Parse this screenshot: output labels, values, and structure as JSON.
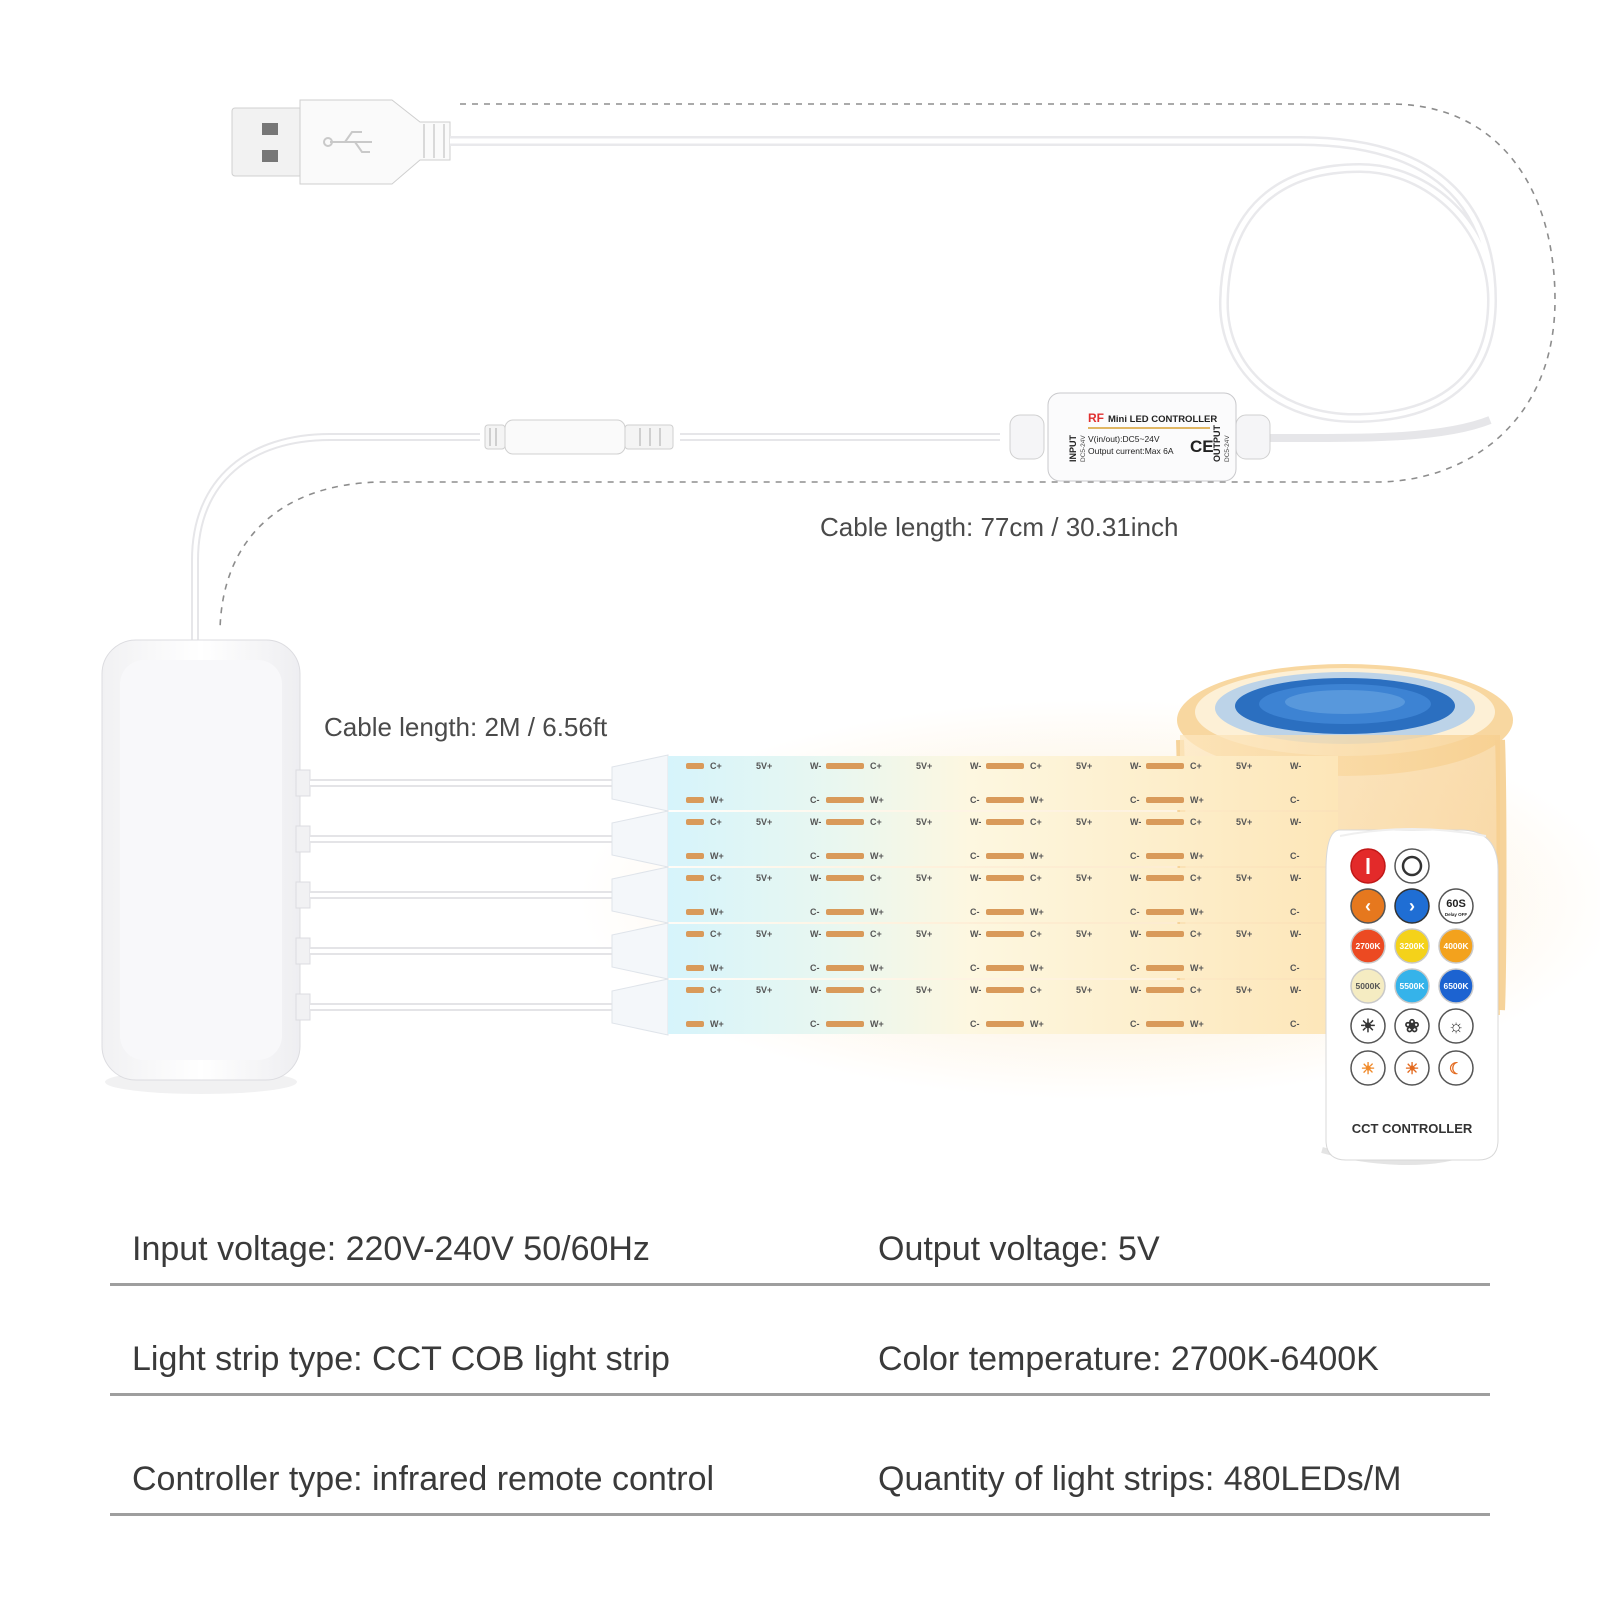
{
  "captions": {
    "cable_controller": "Cable length: 77cm / 30.31inch",
    "cable_strips": "Cable length: 2M / 6.56ft"
  },
  "controller_label": {
    "brand": "RF",
    "title": "Mini LED CONTROLLER",
    "input": "INPUT",
    "input_range": "DC5-24V",
    "line1": "V(in/out):DC5~24V",
    "line2": "Output current:Max 6A",
    "cert": "CE",
    "output": "OUTPUT",
    "output_range": "DC5-24V"
  },
  "strip_labels": {
    "top": [
      "C+",
      "5V+",
      "W-"
    ],
    "bottom": [
      "W+",
      "C-"
    ]
  },
  "remote": {
    "title": "CCT CONTROLLER",
    "temps": [
      "2700K",
      "3200K",
      "4000K",
      "5000K",
      "5500K",
      "6500K"
    ],
    "timer": "60S",
    "timer_sub": "Delay OFF",
    "colors": {
      "power_on": "#e32a2a",
      "prev": "#e6781e",
      "next": "#1f6ed4",
      "t2700": "#ec4a22",
      "t3200": "#f4d21a",
      "t4000": "#f3a21d",
      "t5000": "#f5ecc2",
      "t5500": "#35b3ea",
      "t6500": "#1c63d1"
    }
  },
  "specs": {
    "input_voltage": "Input voltage: 220V-240V 50/60Hz",
    "output_voltage": "Output voltage: 5V",
    "strip_type": "Light strip type: CCT COB light strip",
    "color_temp": "Color temperature: 2700K-6400K",
    "controller_type": "Controller type: infrared remote control",
    "quantity": "Quantity of light strips: 480LEDs/M"
  }
}
